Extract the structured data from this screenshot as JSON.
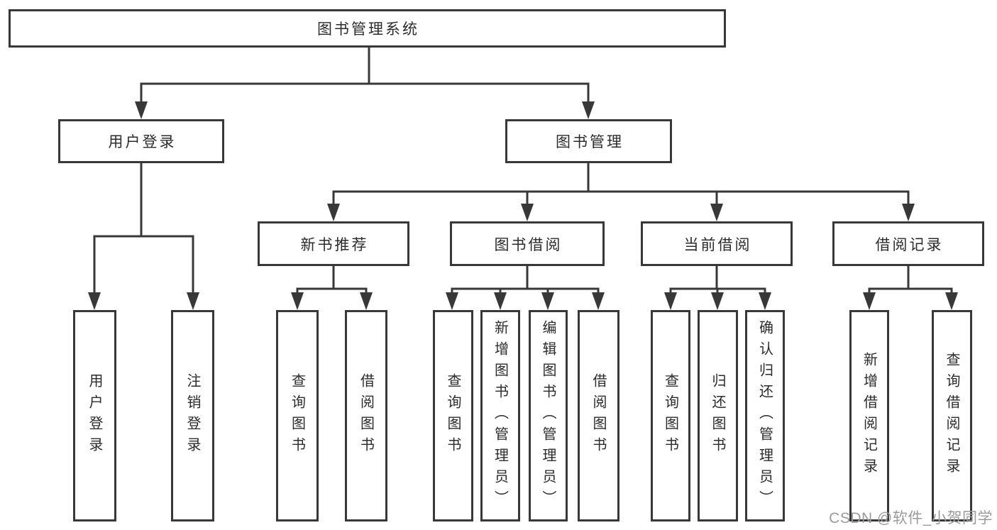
{
  "diagram": {
    "title": "图书管理系统",
    "nodes": {
      "user_login": "用户登录",
      "book_management": "图书管理",
      "new_book_recommend": "新书推荐",
      "book_borrowing": "图书借阅",
      "current_borrowing": "当前借阅",
      "borrowing_records": "借阅记录"
    },
    "leaves": {
      "user_login": [
        "用户登录",
        "注销登录"
      ],
      "new_book_recommend": [
        "查询图书",
        "借阅图书"
      ],
      "book_borrowing": [
        "查询图书",
        "新增图书（管理员）",
        "编辑图书（管理员）",
        "借阅图书"
      ],
      "current_borrowing": [
        "查询图书",
        "归还图书",
        "确认归还（管理员）"
      ],
      "borrowing_records": [
        "新增借阅记录",
        "查询借阅记录"
      ]
    },
    "watermark": "CSDN @软件_小贺同学",
    "colors": {
      "line": "#383838",
      "text": "#2b2b2b",
      "watermark": "#9b9b9b",
      "background": "#ffffff"
    }
  }
}
